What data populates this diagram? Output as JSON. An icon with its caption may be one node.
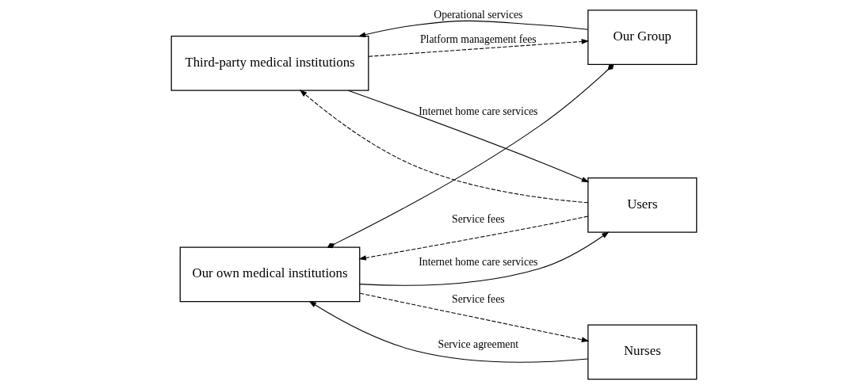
{
  "diagram": {
    "nodes": [
      {
        "text": [
          "Third-party medical institutions"
        ]
      },
      {
        "text": [
          "Users"
        ]
      },
      {
        "text": [
          "Our Group"
        ]
      },
      {
        "text": [
          "Our own medical institutions"
        ]
      },
      {
        "text": [
          "Nurses"
        ]
      }
    ],
    "edges": [
      {
        "from": 0,
        "to": 1,
        "arrow": "to",
        "label": "Internet home care services"
      },
      {
        "from": 1,
        "to": 0,
        "arrow": "to",
        "style": "dashed"
      },
      {
        "from": 1,
        "to": 3,
        "arrow": "to",
        "style": "dashed",
        "label": "Service fees"
      },
      {
        "from": 3,
        "to": 1,
        "arrow": "to",
        "label": "Internet home care services"
      },
      {
        "from": 2,
        "to": 0,
        "arrow": "to",
        "label": "Operational services"
      },
      {
        "from": 0,
        "to": 2,
        "arrow": "to",
        "style": "dashed",
        "label": "Platform management fees"
      },
      {
        "from": 3,
        "to": 2,
        "arrow": "other"
      },
      {
        "from": 3,
        "to": 4,
        "arrow": "to",
        "style": "dashed",
        "label": "Service fees"
      },
      {
        "from": 4,
        "to": 3,
        "arrow": "to",
        "label": "Service agreement"
      }
    ]
  }
}
